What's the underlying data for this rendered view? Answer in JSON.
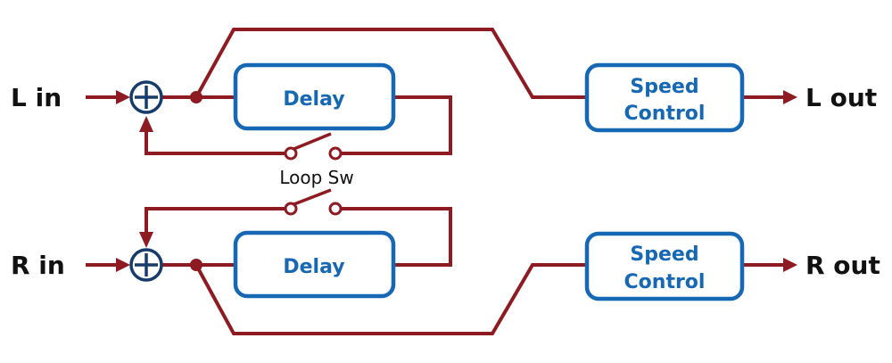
{
  "inputs": {
    "left": "L in",
    "right": "R in"
  },
  "outputs": {
    "left": "L out",
    "right": "R out"
  },
  "delay_label": "Delay",
  "speed_control_label": {
    "line1": "Speed",
    "line2": "Control"
  },
  "loop_switch_label": "Loop Sw",
  "colors": {
    "wire": "#8e1b22",
    "block_border": "#1668b5",
    "block_text": "#1668b5",
    "sum_node": "#173c6b",
    "io_text": "#111111"
  }
}
